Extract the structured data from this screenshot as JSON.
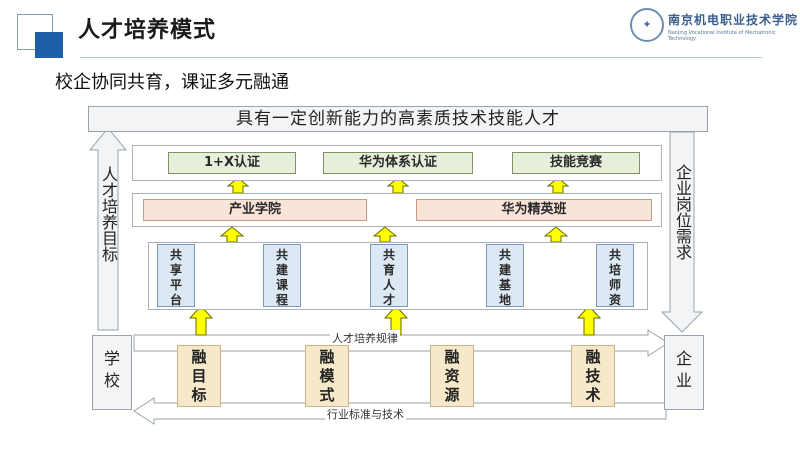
{
  "header": {
    "title": "人才培养模式",
    "logo_text": "南京机电职业技术学院",
    "logo_en": "Nanjing Vocational Institute of Mechatronic Technology"
  },
  "subtitle": "校企协同共育，课证多元融通",
  "diagram": {
    "top_goal": "具有一定创新能力的高素质技术技能人才",
    "left_vertical": "人才培养目标",
    "right_vertical": "企业岗位需求",
    "row1": [
      "1+X认证",
      "华为体系认证",
      "技能竞赛"
    ],
    "row2": [
      "产业学院",
      "华为精英班"
    ],
    "row3": [
      "共享平台",
      "共建课程",
      "共育人才",
      "共建基地",
      "共培师资"
    ],
    "row4": [
      "融目标",
      "融模式",
      "融资源",
      "融技术"
    ],
    "school": "学校",
    "enterprise": "企业",
    "flow_top": "人才培养规律",
    "flow_bottom": "行业标准与技术"
  }
}
